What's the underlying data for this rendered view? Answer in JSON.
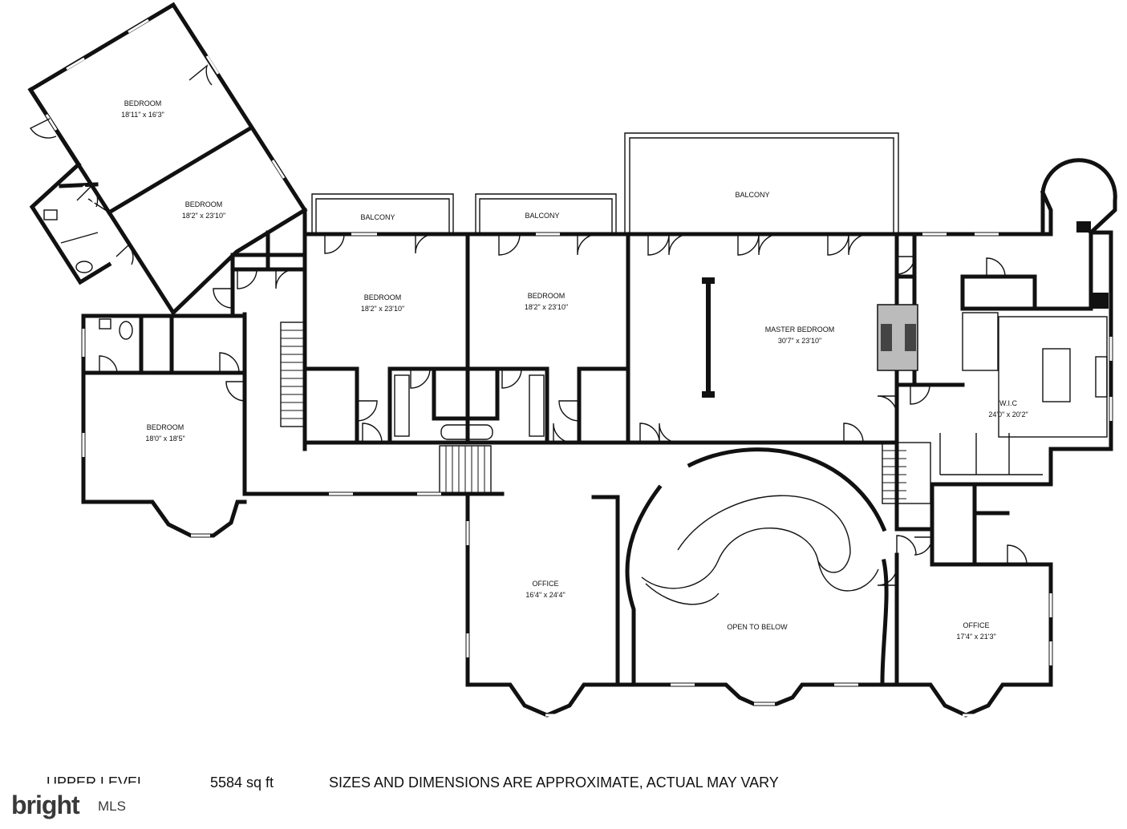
{
  "rooms": {
    "bedroom_nw": {
      "name": "BEDROOM",
      "dim": "18'11\" x 16'3\""
    },
    "bedroom_nw2": {
      "name": "BEDROOM",
      "dim": "18'2\" x 23'10\""
    },
    "bedroom_2": {
      "name": "BEDROOM",
      "dim": "18'2\" x 23'10\""
    },
    "bedroom_3": {
      "name": "BEDROOM",
      "dim": "18'2\" x 23'10\""
    },
    "bedroom_w": {
      "name": "BEDROOM",
      "dim": "18'0\" x 18'5\""
    },
    "master": {
      "name": "MASTER BEDROOM",
      "dim": "30'7\" x 23'10\""
    },
    "wic": {
      "name": "W.I.C",
      "dim": "24'0\" x 20'2\""
    },
    "office_1": {
      "name": "OFFICE",
      "dim": "16'4\" x 24'4\""
    },
    "office_2": {
      "name": "OFFICE",
      "dim": "17'4\" x 21'3\""
    },
    "open": {
      "name": "OPEN TO BELOW"
    },
    "balcony_1": {
      "name": "BALCONY"
    },
    "balcony_2": {
      "name": "BALCONY"
    },
    "balcony_3": {
      "name": "BALCONY"
    }
  },
  "footer": {
    "level": "UPPER LEVEL",
    "sqft": "5584 sq ft",
    "disclaimer": "SIZES AND DIMENSIONS ARE APPROXIMATE, ACTUAL MAY VARY"
  },
  "watermark": {
    "brand": "bright",
    "suffix": "MLS"
  }
}
